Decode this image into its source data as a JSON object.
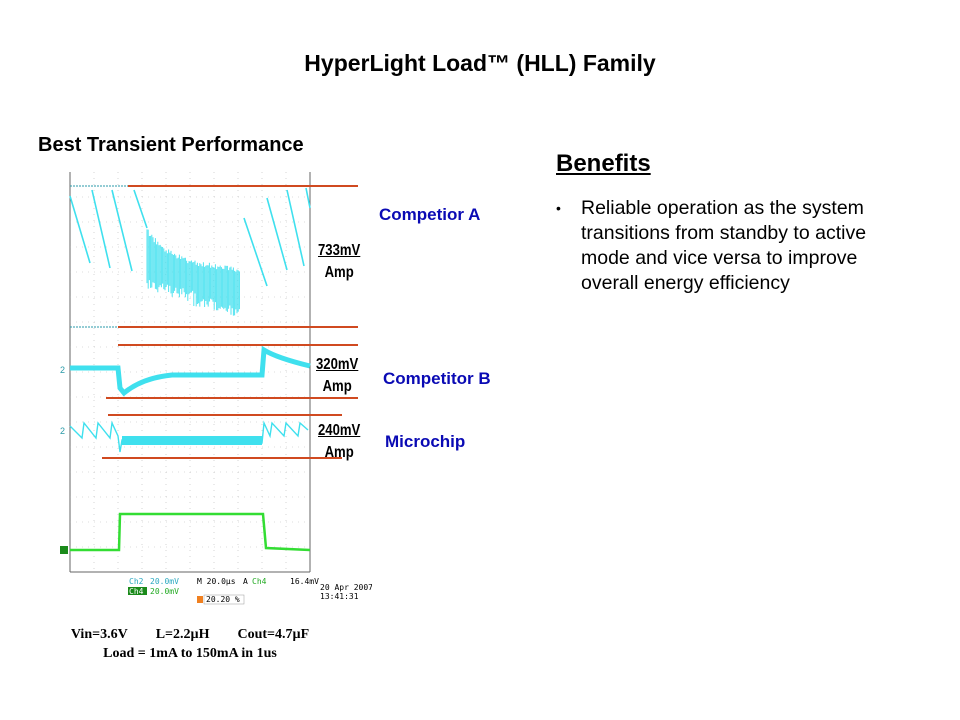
{
  "slide": {
    "title": "HyperLight Load™ (HLL) Family",
    "section_title": "Best Transient Performance"
  },
  "waveforms": [
    {
      "name": "Competior A",
      "amplitude": "733mV",
      "amp_label": "Amp"
    },
    {
      "name": "Competitor B",
      "amplitude": "320mV",
      "amp_label": "Amp"
    },
    {
      "name": "Microchip",
      "amplitude": "240mV",
      "amp_label": "Amp"
    }
  ],
  "scope_readout": {
    "ch2": "Ch2",
    "ch2_scale": "20.0mV",
    "ch4": "Ch4",
    "ch4_scale": "20.0mV",
    "timebase": "M 20.0µs",
    "trigger_mode": "A",
    "trigger_channel": "Ch4",
    "trigger_level": "16.4mV",
    "position": "20.20 %",
    "date": "20 Apr 2007",
    "time": "13:41:31"
  },
  "conditions": {
    "vin": "Vin=3.6V",
    "l": "L=2.2µH",
    "cout": "Cout=4.7µF",
    "load": "Load = 1mA to 150mA in 1us"
  },
  "benefits": {
    "title": "Benefits",
    "bullet": "•",
    "items": [
      "Reliable operation as the system transitions from standby to active mode and vice versa to improve overall energy efficiency"
    ]
  },
  "colors": {
    "trace_cyan": "#3fe0ee",
    "trace_green": "#33dd33",
    "marker_orange": "#d04a20",
    "competitor_blue": "#0a0ab4"
  }
}
